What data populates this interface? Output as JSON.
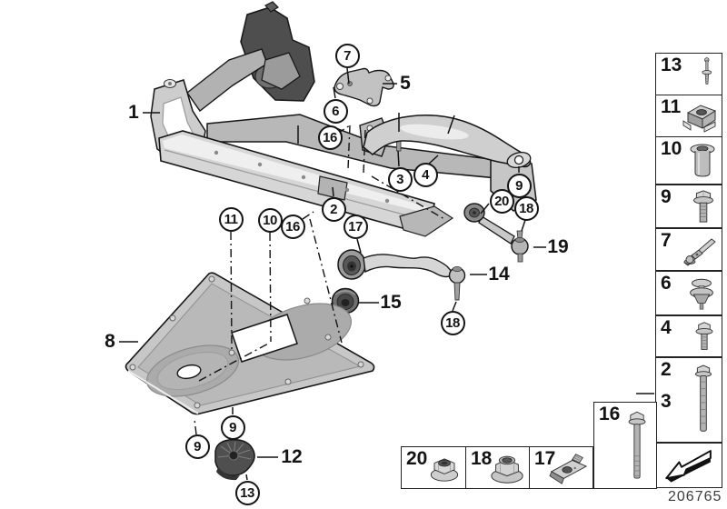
{
  "page": {
    "diagram_code": "206765",
    "palette": {
      "background": "#ffffff",
      "outline": "#1a1a1a",
      "part_light": "#d6d6d6",
      "part_mid": "#b5b5b5",
      "part_dark": "#4e4e4e"
    }
  },
  "callouts": {
    "circled": [
      {
        "label": "7"
      },
      {
        "label": "6"
      },
      {
        "label": "16"
      },
      {
        "label": "3"
      },
      {
        "label": "4"
      },
      {
        "label": "9"
      },
      {
        "label": "20"
      },
      {
        "label": "18"
      },
      {
        "label": "2"
      },
      {
        "label": "17"
      },
      {
        "label": "16"
      },
      {
        "label": "11"
      },
      {
        "label": "10"
      },
      {
        "label": "18"
      },
      {
        "label": "9"
      },
      {
        "label": "9"
      },
      {
        "label": "13"
      }
    ],
    "plain": [
      {
        "label": "1"
      },
      {
        "label": "5"
      },
      {
        "label": "19"
      },
      {
        "label": "14"
      },
      {
        "label": "15"
      },
      {
        "label": "8"
      },
      {
        "label": "12"
      }
    ]
  },
  "sidebar": {
    "items": [
      {
        "label": "13",
        "icon": "blind-rivet-icon"
      },
      {
        "label": "11",
        "icon": "clip-nut-icon"
      },
      {
        "label": "10",
        "icon": "spacer-sleeve-icon"
      },
      {
        "label": "9",
        "icon": "flange-bolt-icon"
      },
      {
        "label": "7",
        "icon": "cable-strap-icon"
      },
      {
        "label": "6",
        "icon": "expanding-rivet-icon"
      },
      {
        "label": "4",
        "icon": "short-flange-bolt-icon"
      },
      {
        "label": "2",
        "label_secondary": "3",
        "icon": "long-flange-bolt-icon"
      },
      {
        "label": "",
        "icon": "direction-arrow-icon"
      }
    ]
  },
  "fastener_row": {
    "items": [
      {
        "label": "20",
        "icon": "flange-nut-icon"
      },
      {
        "label": "18",
        "icon": "collar-nut-icon"
      },
      {
        "label": "17",
        "icon": "cage-nut-icon"
      },
      {
        "label": "16",
        "icon": "long-flange-bolt-icon"
      }
    ]
  }
}
